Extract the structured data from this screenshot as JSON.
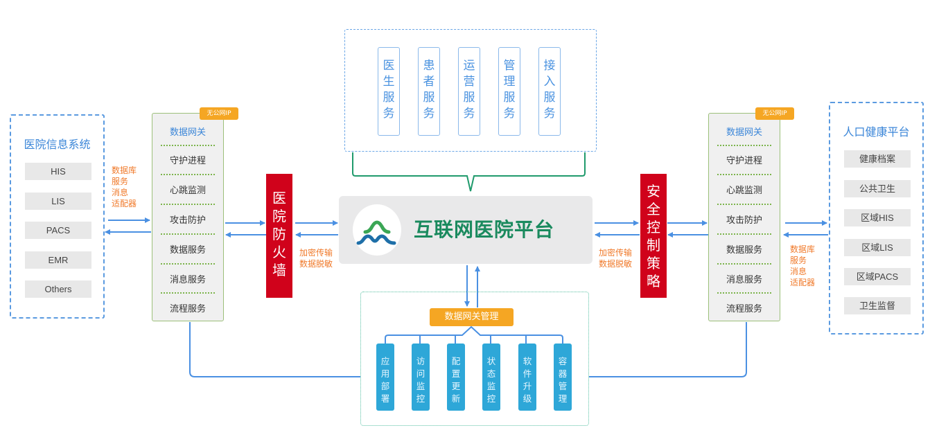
{
  "left_system": {
    "title": "医院信息系统",
    "items": [
      "HIS",
      "LIS",
      "PACS",
      "EMR",
      "Others"
    ]
  },
  "right_system": {
    "title": "人口健康平台",
    "items": [
      "健康档案",
      "公共卫生",
      "区域HIS",
      "区域LIS",
      "区域PACS",
      "卫生监督"
    ]
  },
  "gateway_left": {
    "badge": "无公网IP",
    "header": "数据网关",
    "rows": [
      "守护进程",
      "心跳监测",
      "攻击防护",
      "数据服务",
      "消息服务",
      "流程服务"
    ]
  },
  "gateway_right": {
    "badge": "无公网IP",
    "header": "数据网关",
    "rows": [
      "守护进程",
      "心跳监测",
      "攻击防护",
      "数据服务",
      "消息服务",
      "流程服务"
    ]
  },
  "adapter_note_left": [
    "数据库",
    "服务",
    "消息",
    "适配器"
  ],
  "adapter_note_right": [
    "数据库",
    "服务",
    "消息",
    "适配器"
  ],
  "firewall": {
    "chars": [
      "医",
      "院",
      "防",
      "火",
      "墙"
    ]
  },
  "security_policy": {
    "chars": [
      "安",
      "全",
      "控",
      "制",
      "策",
      "略"
    ]
  },
  "encrypt_note_left": [
    "加密传输",
    "数据脱敏"
  ],
  "encrypt_note_right": [
    "加密传输",
    "数据脱敏"
  ],
  "platform": {
    "title": "互联网医院平台",
    "logo": "wave-mountain-logo"
  },
  "services": [
    {
      "chars": [
        "医",
        "生",
        "服",
        "务"
      ]
    },
    {
      "chars": [
        "患",
        "者",
        "服",
        "务"
      ]
    },
    {
      "chars": [
        "运",
        "营",
        "服",
        "务"
      ]
    },
    {
      "chars": [
        "管",
        "理",
        "服",
        "务"
      ]
    },
    {
      "chars": [
        "接",
        "入",
        "服",
        "务"
      ]
    }
  ],
  "management": {
    "title": "数据网关管理",
    "items": [
      {
        "chars": [
          "应",
          "用",
          "部",
          "署"
        ]
      },
      {
        "chars": [
          "访",
          "问",
          "监",
          "控"
        ]
      },
      {
        "chars": [
          "配",
          "置",
          "更",
          "新"
        ]
      },
      {
        "chars": [
          "状",
          "态",
          "监",
          "控"
        ]
      },
      {
        "chars": [
          "软",
          "件",
          "升",
          "级"
        ]
      },
      {
        "chars": [
          "容",
          "器",
          "管",
          "理"
        ]
      }
    ]
  },
  "colors": {
    "blue_accent": "#3b86d8",
    "arrow_blue": "#4a90e2",
    "red_wall": "#d0021b",
    "orange": "#f5a623",
    "orange_text": "#f07a2b",
    "platform_green": "#1a8a5e",
    "mgmt_blue": "#2ea7d8"
  }
}
